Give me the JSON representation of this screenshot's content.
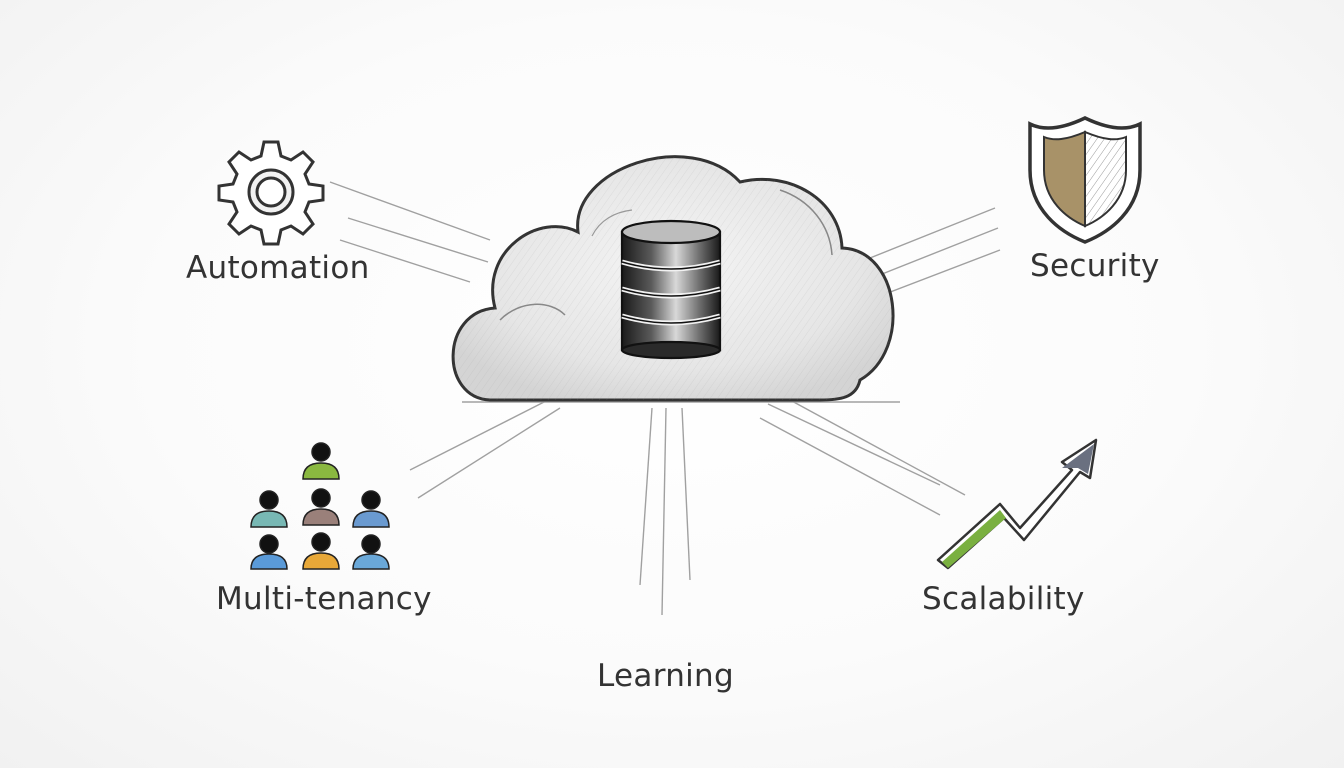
{
  "labels": {
    "automation": "Automation",
    "security": "Security",
    "multi_tenancy": "Multi-tenancy",
    "scalability": "Scalability",
    "learning": "Learning"
  },
  "colors": {
    "stroke": "#333333",
    "text": "#333333",
    "people": [
      "#8ab840",
      "#78b8b4",
      "#9a807a",
      "#6a9ad0",
      "#5a9ad8",
      "#e8a838",
      "#6aa8d8"
    ],
    "shield_gold": "#a89268",
    "arrow_green": "#7ab040",
    "arrow_gray": "#6a7080"
  },
  "icons": {
    "center": "database-icon",
    "automation": "gear-icon",
    "security": "shield-icon",
    "multi_tenancy": "people-group-icon",
    "scalability": "growth-arrow-icon"
  }
}
